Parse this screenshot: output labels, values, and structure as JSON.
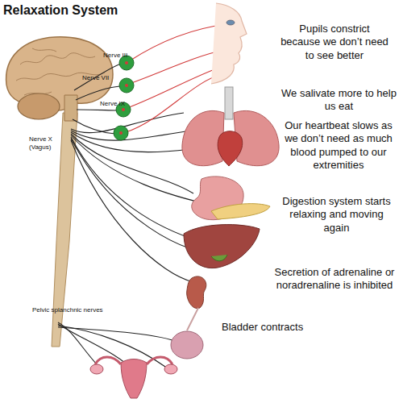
{
  "diagram": {
    "title": "Relaxation System",
    "labels": [
      "Pupils constrict because we don’t need to see better",
      "Nerve III",
      "We salivate more to help us eat",
      "Nerve VII",
      "Nerve IX",
      "Nerve X (Vagus)",
      "Our heartbeat slows as we don’t need as much blood pumped to our extremities",
      "Digestion system starts relaxing and moving again",
      "Secretion of adrenaline or noradrenaline is inhibited",
      "Pelvic splanchnic nerves",
      "Bladder contracts"
    ]
  }
}
